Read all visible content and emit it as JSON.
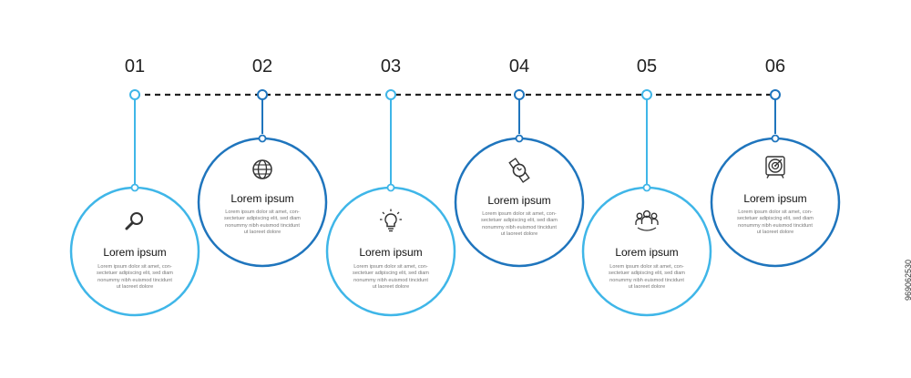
{
  "colors": {
    "light_blue": "#3fb6e8",
    "dark_blue": "#1f75bd",
    "text": "#222222",
    "muted": "#777777"
  },
  "steps": [
    {
      "number": "01",
      "title": "Lorem ipsum",
      "icon": "magnifier-icon",
      "desc": [
        "Lorem ipsum dolor sit amet, con-",
        "sectetuer adipiscing elit, sed diam",
        "nonummy nibh euismod tincidunt",
        "ut laoreet dolore"
      ]
    },
    {
      "number": "02",
      "title": "Lorem ipsum",
      "icon": "globe-icon",
      "desc": [
        "Lorem ipsum dolor sit amet, con-",
        "sectetuer adipiscing elit, sed diam",
        "nonummy nibh euismod tincidunt",
        "ut laoreet dolore"
      ]
    },
    {
      "number": "03",
      "title": "Lorem ipsum",
      "icon": "lightbulb-icon",
      "desc": [
        "Lorem ipsum dolor sit amet, con-",
        "sectetuer adipiscing elit, sed diam",
        "nonummy nibh euismod tincidunt",
        "ut laoreet dolore"
      ]
    },
    {
      "number": "04",
      "title": "Lorem ipsum",
      "icon": "watch-icon",
      "desc": [
        "Lorem ipsum dolor sit amet, con-",
        "sectetuer adipiscing elit, sed diam",
        "nonummy nibh euismod tincidunt",
        "ut laoreet dolore"
      ]
    },
    {
      "number": "05",
      "title": "Lorem ipsum",
      "icon": "team-icon",
      "desc": [
        "Lorem ipsum dolor sit amet, con-",
        "sectetuer adipiscing elit, sed diam",
        "nonummy nibh euismod tincidunt",
        "ut laoreet dolore"
      ]
    },
    {
      "number": "06",
      "title": "Lorem ipsum",
      "icon": "target-icon",
      "desc": [
        "Lorem ipsum dolor sit amet, con-",
        "sectetuer adipiscing elit, sed diam",
        "nonummy nibh euismod tincidunt",
        "ut laoreet dolore"
      ]
    }
  ],
  "stock_id": "969062530"
}
